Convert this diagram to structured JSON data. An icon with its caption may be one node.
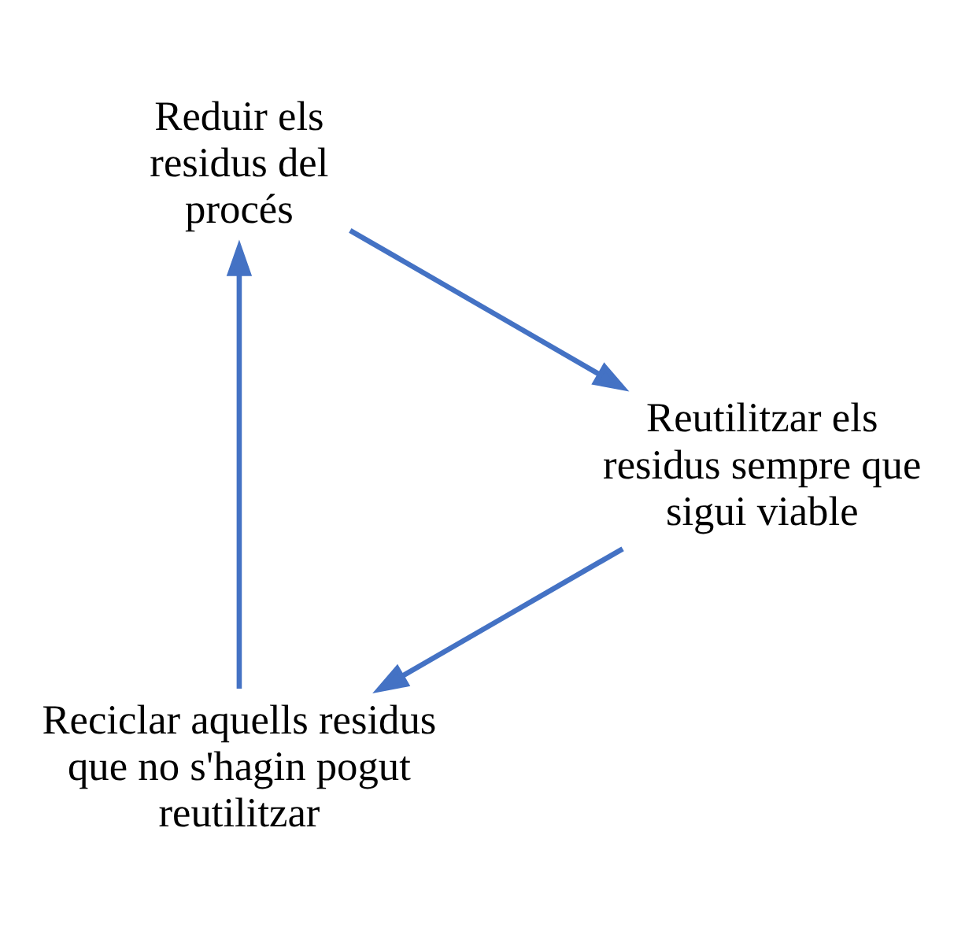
{
  "diagram": {
    "nodes": [
      {
        "text": [
          "Reciclar aquells residus que no s'hagin pogut reutilitzar"
        ]
      },
      {
        "text": [
          "Reduir els residus del procés"
        ]
      },
      {
        "text": [
          "Reutilitzar els residus sempre que sigui viable"
        ]
      }
    ],
    "edges": [
      {
        "from": 0,
        "to": 1,
        "arrow": "to"
      },
      {
        "from": 1,
        "to": 2,
        "arrow": "to"
      },
      {
        "from": 2,
        "to": 0,
        "arrow": "to"
      }
    ]
  }
}
